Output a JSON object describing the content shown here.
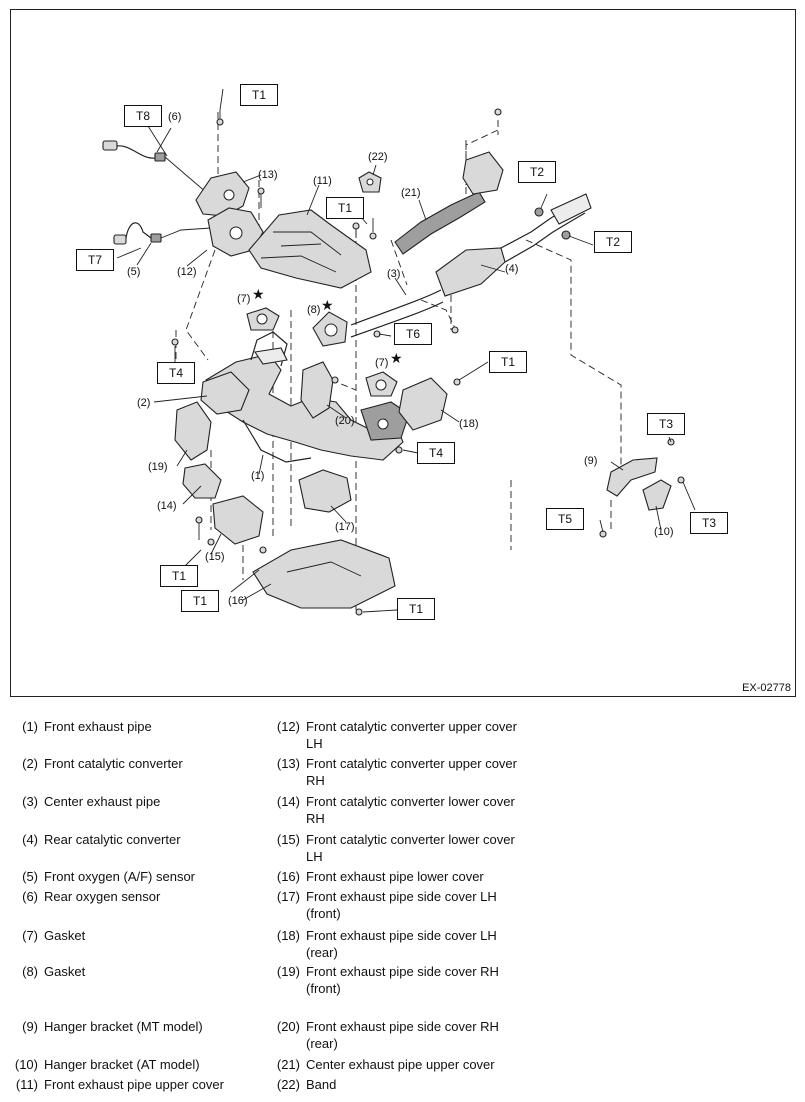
{
  "figure": {
    "code": "EX-02778",
    "torque_labels": [
      "T1",
      "T8",
      "T7",
      "T1",
      "T2",
      "T2",
      "T6",
      "T1",
      "T4",
      "T4",
      "T3",
      "T3",
      "T5",
      "T1",
      "T1",
      "T1"
    ],
    "callouts": [
      "(6)",
      "(13)",
      "(11)",
      "(22)",
      "(21)",
      "(12)",
      "(5)",
      "(3)",
      "(4)",
      "(7)",
      "(8)",
      "(7)",
      "(2)",
      "(20)",
      "(18)",
      "(19)",
      "(1)",
      "(14)",
      "(15)",
      "(16)",
      "(17)",
      "(9)",
      "(10)"
    ],
    "star_symbol": "★"
  },
  "legend_left": [
    {
      "num": "(1)",
      "text": "Front exhaust pipe"
    },
    {
      "num": "(2)",
      "text": "Front catalytic converter"
    },
    {
      "num": "(3)",
      "text": "Center exhaust pipe"
    },
    {
      "num": "(4)",
      "text": "Rear catalytic converter"
    },
    {
      "num": "(5)",
      "text": "Front oxygen (A/F) sensor"
    },
    {
      "num": "(6)",
      "text": "Rear oxygen sensor"
    },
    {
      "num": "(7)",
      "text": "Gasket"
    },
    {
      "num": "(8)",
      "text": "Gasket"
    },
    {
      "num": "(9)",
      "text": "Hanger bracket (MT model)"
    },
    {
      "num": "(10)",
      "text": "Hanger bracket (AT model)"
    },
    {
      "num": "(11)",
      "text": "Front exhaust pipe upper cover"
    }
  ],
  "legend_right": [
    {
      "num": "(12)",
      "text": "Front catalytic converter upper cover LH"
    },
    {
      "num": "(13)",
      "text": "Front catalytic converter upper cover RH"
    },
    {
      "num": "(14)",
      "text": "Front catalytic converter lower cover RH"
    },
    {
      "num": "(15)",
      "text": "Front catalytic converter lower cover LH"
    },
    {
      "num": "(16)",
      "text": "Front exhaust pipe lower cover"
    },
    {
      "num": "(17)",
      "text": "Front exhaust pipe side cover LH (front)"
    },
    {
      "num": "(18)",
      "text": "Front exhaust pipe side cover LH (rear)"
    },
    {
      "num": "(19)",
      "text": "Front exhaust pipe side cover RH (front)"
    },
    {
      "num": "(20)",
      "text": "Front exhaust pipe side cover RH (rear)"
    },
    {
      "num": "(21)",
      "text": "Center exhaust pipe upper cover"
    },
    {
      "num": "(22)",
      "text": "Band"
    }
  ]
}
